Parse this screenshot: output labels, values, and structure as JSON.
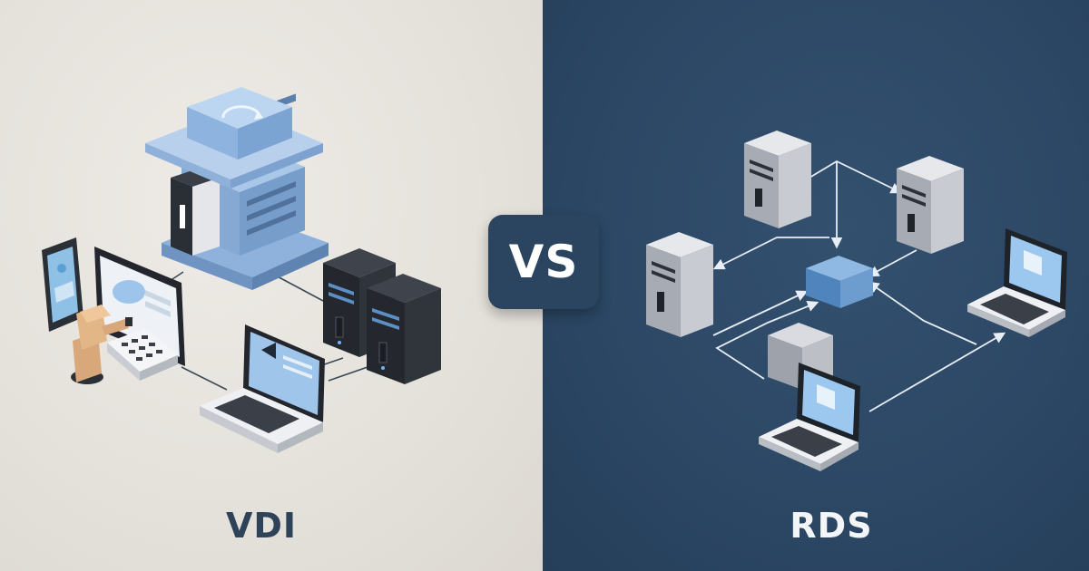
{
  "comparison": {
    "badge_label": "VS",
    "left": {
      "label": "VDI"
    },
    "right": {
      "label": "RDS"
    }
  },
  "colors": {
    "left_background": "#e7e4de",
    "right_background": "#2d4966",
    "badge_background": "#2b4560",
    "accent_blue": "#8fb6df",
    "server_dark": "#2b2f36",
    "server_light": "#c7cad0"
  },
  "icons": {
    "vdi_hub": "cloud-server-stack-icon",
    "vdi_tablet": "tablet-icon",
    "vdi_monitor": "monitor-icon",
    "vdi_laptop": "laptop-icon",
    "vdi_thin_client": "thin-client-icon",
    "vdi_user": "user-figure-icon",
    "vdi_servers": "server-tower-icon",
    "rds_hub": "central-session-host-icon",
    "rds_servers": "server-tower-icon",
    "rds_laptops": "laptop-icon",
    "rds_connections": "connection-arrow-icon"
  }
}
